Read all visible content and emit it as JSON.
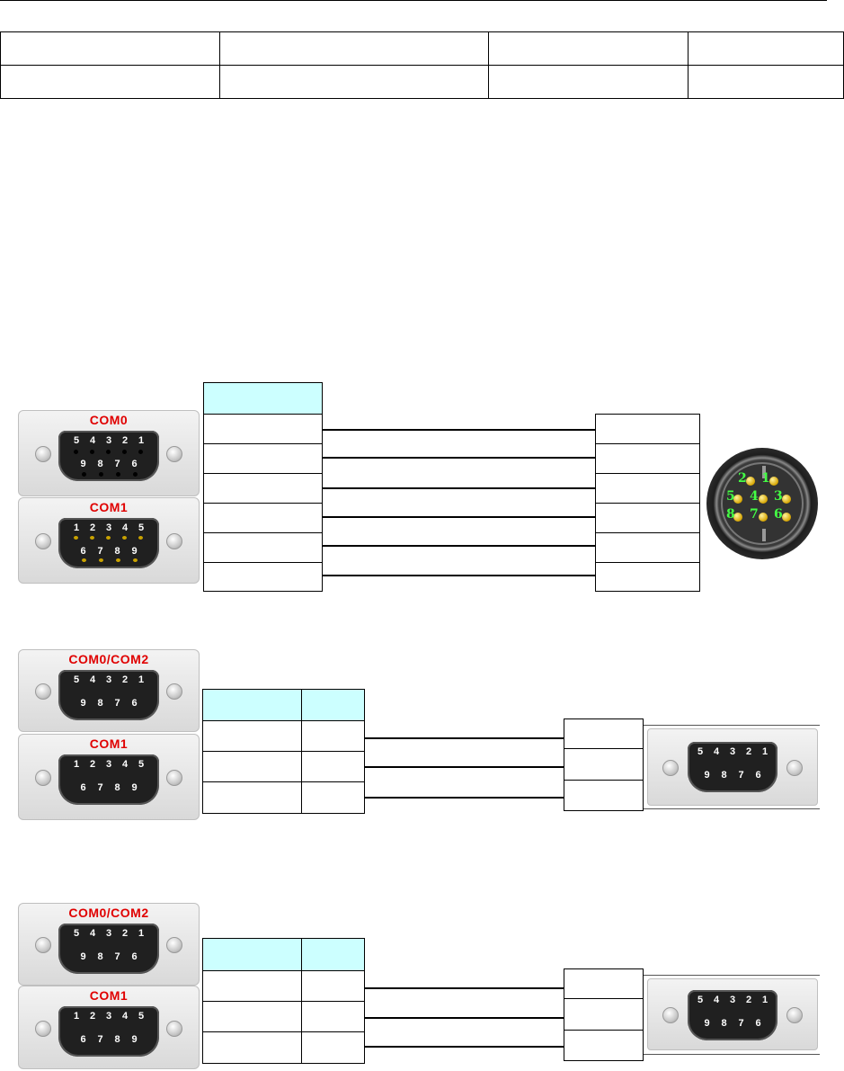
{
  "diagram1": {
    "com0_label": "COM0",
    "com1_label": "COM1",
    "com0_pins_top": [
      "5",
      "4",
      "3",
      "2",
      "1"
    ],
    "com0_pins_bottom": [
      "9",
      "8",
      "7",
      "6"
    ],
    "com1_pins_top": [
      "1",
      "2",
      "3",
      "4",
      "5"
    ],
    "com1_pins_bottom": [
      "6",
      "7",
      "8",
      "9"
    ],
    "mini_din_pins": [
      "2",
      "1",
      "5",
      "4",
      "3",
      "8",
      "7",
      "6"
    ]
  },
  "diagram2": {
    "com02_label": "COM0/COM2",
    "com1_label": "COM1",
    "com02_pins_top": [
      "5",
      "4",
      "3",
      "2",
      "1"
    ],
    "com02_pins_bottom": [
      "9",
      "8",
      "7",
      "6"
    ],
    "com1_pins_top": [
      "1",
      "2",
      "3",
      "4",
      "5"
    ],
    "com1_pins_bottom": [
      "6",
      "7",
      "8",
      "9"
    ],
    "device_pins_top": [
      "5",
      "4",
      "3",
      "2",
      "1"
    ],
    "device_pins_bottom": [
      "9",
      "8",
      "7",
      "6"
    ]
  },
  "diagram3": {
    "com02_label": "COM0/COM2",
    "com1_label": "COM1",
    "com02_pins_top": [
      "5",
      "4",
      "3",
      "2",
      "1"
    ],
    "com02_pins_bottom": [
      "9",
      "8",
      "7",
      "6"
    ],
    "com1_pins_top": [
      "1",
      "2",
      "3",
      "4",
      "5"
    ],
    "com1_pins_bottom": [
      "6",
      "7",
      "8",
      "9"
    ],
    "device_pins_top": [
      "5",
      "4",
      "3",
      "2",
      "1"
    ],
    "device_pins_bottom": [
      "9",
      "8",
      "7",
      "6"
    ]
  },
  "colors": {
    "header_fill": "#ccffff",
    "port_label": "#e00000",
    "din_numbers": "#44ff44"
  }
}
